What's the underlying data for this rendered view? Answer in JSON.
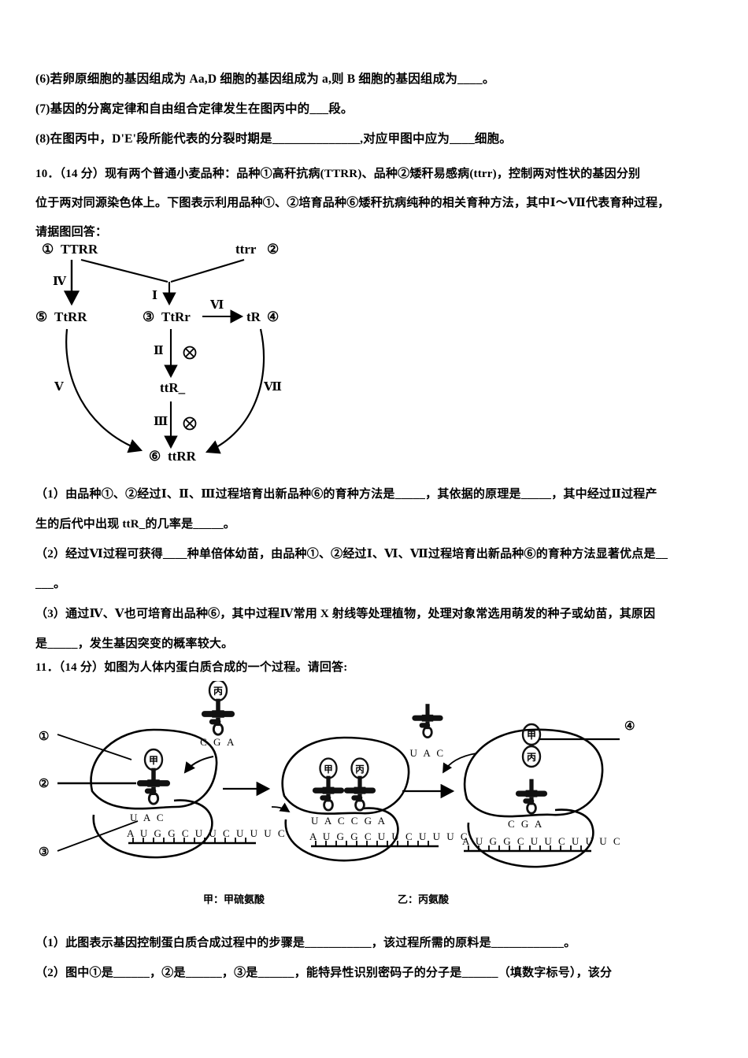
{
  "questions_top": [
    "(6)若卵原细胞的基因组成为 Aa,D 细胞的基因组成为 a,则 B 细胞的基因组成为____。",
    "(7)基因的分离定律和自由组合定律发生在图丙中的___段。",
    "(8)在图丙中，D'E'段所能代表的分裂时期是______________,对应甲图中应为____细胞。"
  ],
  "q10": {
    "label": "10．（14 分）",
    "stem_line1": "现有两个普通小麦品种：品种①高秆抗病(TTRR)、品种②矮秆易感病(ttrr)，控制两对性状的基因分别",
    "stem_line2": "位于两对同源染色体上。下图表示利用品种①、②培育品种⑥矮秆抗病纯种的相关育种方法，其中Ⅰ～Ⅶ代表育种过程，",
    "stem_line3": "请据图回答：",
    "sub": [
      "（1）由品种①、②经过Ⅰ、Ⅱ、Ⅲ过程培育出新品种⑥的育种方法是_____，其依据的原理是_____，其中经过Ⅱ过程产",
      "生的后代中出现 ttR_的几率是_____。",
      "（2）经过Ⅵ过程可获得____种单倍体幼苗，由品种①、②经过Ⅰ、Ⅵ、Ⅶ过程培育出新品种⑥的育种方法显著优点是__",
      "___。",
      "（3）通过Ⅳ、Ⅴ也可培育出品种⑥，其中过程Ⅳ常用 X 射线等处理植物，处理对象常选用萌发的种子或幼苗，其原因",
      "是_____，发生基因突变的概率较大。"
    ],
    "diagram": {
      "nodes": [
        {
          "id": "n1",
          "circle": "①",
          "genotype": "TTRR"
        },
        {
          "id": "n2",
          "circle": "②",
          "genotype": "ttrr"
        },
        {
          "id": "n5",
          "circle": "⑤",
          "genotype": "TtRR"
        },
        {
          "id": "n3",
          "circle": "③",
          "genotype": "TtRr"
        },
        {
          "id": "n4",
          "circle": "④",
          "genotype": "tR"
        },
        {
          "id": "nttR",
          "circle": "",
          "genotype": "ttR_"
        },
        {
          "id": "n6",
          "circle": "⑥",
          "genotype": "ttRR"
        }
      ],
      "processes": [
        "Ⅰ",
        "Ⅱ",
        "Ⅲ",
        "Ⅳ",
        "Ⅴ",
        "Ⅵ",
        "Ⅶ"
      ],
      "self_cross_symbol": "⊗",
      "self_cross_count": 2
    }
  },
  "q11": {
    "label": "11．（14 分）",
    "stem": "如图为人体内蛋白质合成的一个过程。请回答:",
    "sub": [
      "（1）此图表示基因控制蛋白质合成过程中的步骤是___________，该过程所需的原料是____________。",
      "（2）图中①是______，②是______，③是______，能特异性识别密码子的分子是______（填数字标号），该分"
    ],
    "diagram": {
      "labels": [
        "①",
        "②",
        "③",
        "④"
      ],
      "captions": [
        "甲：甲硫氨酸",
        "乙：丙氨酸"
      ],
      "panel1": {
        "incoming_trna_aa": "丙",
        "incoming_trna_anticodon": "C G A",
        "bound_trna_aa": "甲",
        "bound_trna_anticodon": "U A C",
        "mrna": "A U G G C U U C U U U C"
      },
      "panel2": {
        "trna_aa_left": "甲",
        "trna_aa_right": "丙",
        "anticodons": "U A C C G A",
        "mrna": "A U G G C U U C U U U C"
      },
      "released_trna_anticodon": "U A C",
      "panel3": {
        "peptide_top": "甲",
        "peptide_bottom": "丙",
        "anticodon": "C G A",
        "mrna": "A U G G C U U C U U U C"
      }
    }
  },
  "colors": {
    "ink": "#000000",
    "paper": "#ffffff"
  }
}
